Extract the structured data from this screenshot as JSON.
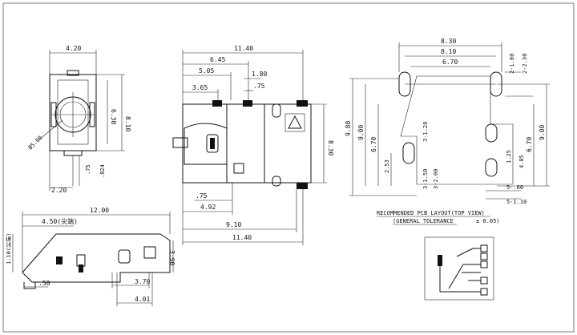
{
  "title_note": {
    "line1": "RECOMMENDED PCB LAYOUT(TOP VIEW)",
    "line2": "(GENERAL TOLERANCE",
    "tolerance": "± 0.05)"
  },
  "dimensions": {
    "v1_420": "4.20",
    "v1_810": "8.10",
    "v1_630": "6.30",
    "v1_phi": "Ø5.60",
    "v1_220": "2.20",
    "v1_75": ".75",
    "v1_024": ".024",
    "v2_1140_top": "11.40",
    "v2_645": "6.45",
    "v2_505": "5.05",
    "v2_180": "1.80",
    "v2_365": "3.65",
    "v2_75": ".75",
    "v2_830": "8.30",
    "v2_75b": ".75",
    "v2_492": "4.92",
    "v2_910": "9.10",
    "v2_1140_bot": "11.40",
    "v3_830": "8.30",
    "v3_810": "8.10",
    "v3_670": "6.70",
    "v3_2180": "2-1.80",
    "v3_2230": "2-2.30",
    "v3_980": "9.80",
    "v3_900l": "9.00",
    "v3_670l": "6.70",
    "v3_3120": "3-1.20",
    "v3_900r": "9.00",
    "v3_670r": "6.70",
    "v3_253": "2.53",
    "v3_3150": "3-1.50",
    "v3_3200": "3-2.00",
    "v3_125": "1.25",
    "v3_405": "4.05",
    "v3_560": "5-.60",
    "v3_5110": "5-1.10",
    "v4_1200": "12.00",
    "v4_450": "4.50(尖端)",
    "v4_110": "1.10(尖端)",
    "v4_390": "3.90",
    "v4_50": ".50",
    "v4_370": "3.70",
    "v4_401": "4.01"
  }
}
